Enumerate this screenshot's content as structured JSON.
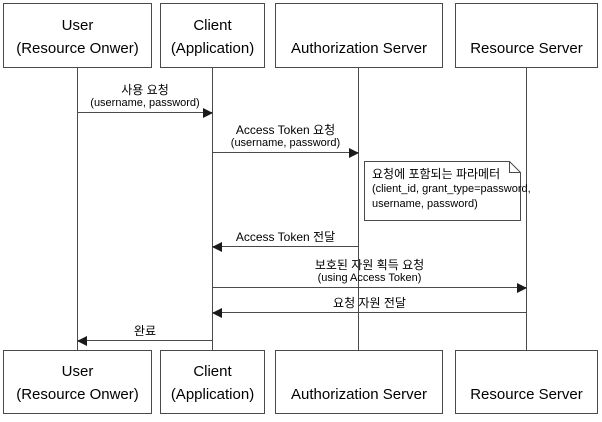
{
  "diagram_type": "sequence-diagram",
  "colors": {
    "background": "#ffffff",
    "stroke": "#4a4a4a",
    "arrowhead": "#1a1a1a",
    "text": "#000000"
  },
  "actors": [
    {
      "id": "user",
      "label": "User",
      "sublabel": "(Resource Onwer)"
    },
    {
      "id": "client",
      "label": "Client",
      "sublabel": "(Application)"
    },
    {
      "id": "auth-server",
      "label": "Authorization Server",
      "sublabel": ""
    },
    {
      "id": "resource-server",
      "label": "Resource Server",
      "sublabel": ""
    }
  ],
  "messages": [
    {
      "label": "사용 요청",
      "sublabel": "(username, password)",
      "from": "user",
      "to": "client",
      "direction": "right"
    },
    {
      "label": "Access Token 요청",
      "sublabel": "(username, password)",
      "from": "client",
      "to": "auth-server",
      "direction": "right"
    },
    {
      "label": "Access Token 전달",
      "sublabel": "",
      "from": "auth-server",
      "to": "client",
      "direction": "left"
    },
    {
      "label": "보호된 자원 획득 요청",
      "sublabel": "(using Access Token)",
      "from": "client",
      "to": "resource-server",
      "direction": "right"
    },
    {
      "label": "요청 자원 전달",
      "sublabel": "",
      "from": "resource-server",
      "to": "client",
      "direction": "left"
    },
    {
      "label": "완료",
      "sublabel": "",
      "from": "client",
      "to": "user",
      "direction": "left"
    }
  ],
  "note": {
    "lines": [
      "요청에 포함되는 파라메터",
      "(client_id, grant_type=password,",
      "username, password)"
    ]
  }
}
